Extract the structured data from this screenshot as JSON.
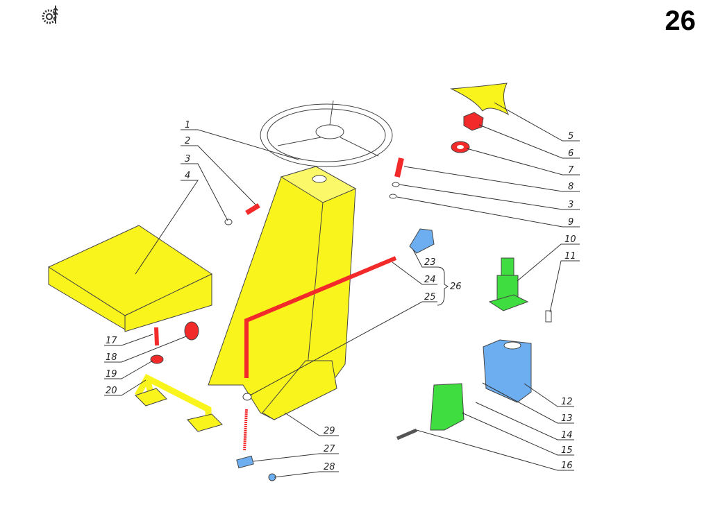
{
  "page_number": "26",
  "logo_label": "manufacturer gear-and-wheat emblem",
  "colors": {
    "yellow": "#f8f41c",
    "red": "#f22a2a",
    "blue": "#6caef0",
    "green": "#3fdd3f"
  },
  "callouts": {
    "c1": "1",
    "c2": "2",
    "c3a": "3",
    "c4": "4",
    "c5": "5",
    "c6": "6",
    "c7": "7",
    "c8": "8",
    "c3b": "3",
    "c9": "9",
    "c10": "10",
    "c11": "11",
    "c12": "12",
    "c13": "13",
    "c14": "14",
    "c15": "15",
    "c16": "16",
    "c17": "17",
    "c18": "18",
    "c19": "19",
    "c20": "20",
    "c23": "23",
    "c24": "24",
    "c25": "25",
    "c26": "26",
    "c27": "27",
    "c28": "28",
    "c29": "29"
  }
}
